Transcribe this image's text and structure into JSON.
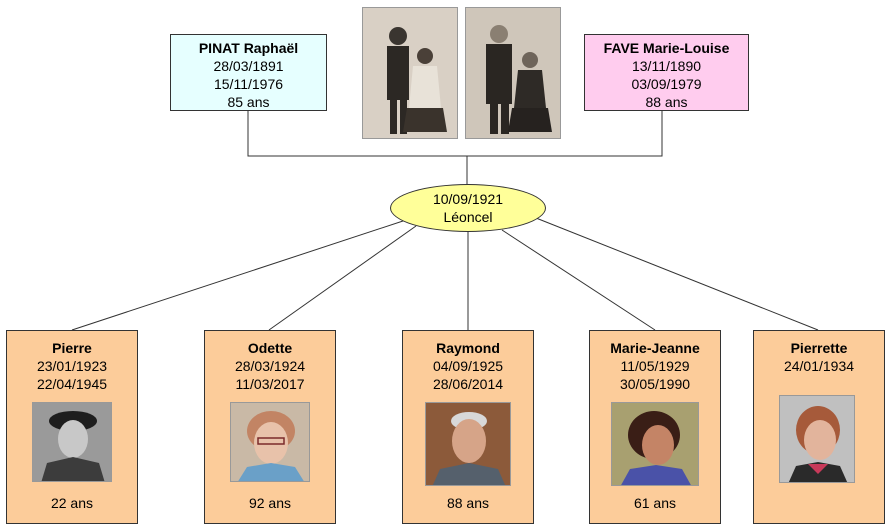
{
  "father": {
    "name": "PINAT Raphaël",
    "birth": "28/03/1891",
    "death": "15/11/1976",
    "age": "85 ans",
    "color": "#e6ffff"
  },
  "mother": {
    "name": "FAVE Marie-Louise",
    "birth": "13/11/1890",
    "death": "03/09/1979",
    "age": "88 ans",
    "color": "#ffccee"
  },
  "marriage": {
    "date": "10/09/1921",
    "place": "Léoncel",
    "color": "#ffff99"
  },
  "children": [
    {
      "name": "Pierre",
      "birth": "23/01/1923",
      "death": "22/04/1945",
      "age": "22 ans"
    },
    {
      "name": "Odette",
      "birth": "28/03/1924",
      "death": "11/03/2017",
      "age": "92 ans"
    },
    {
      "name": "Raymond",
      "birth": "04/09/1925",
      "death": "28/06/2014",
      "age": "88 ans"
    },
    {
      "name": "Marie-Jeanne",
      "birth": "11/05/1929",
      "death": "30/05/1990",
      "age": "61 ans"
    },
    {
      "name": "Pierrette",
      "birth": "24/01/1934",
      "death": "",
      "age": ""
    }
  ],
  "child_box_color": "#fccc9a"
}
